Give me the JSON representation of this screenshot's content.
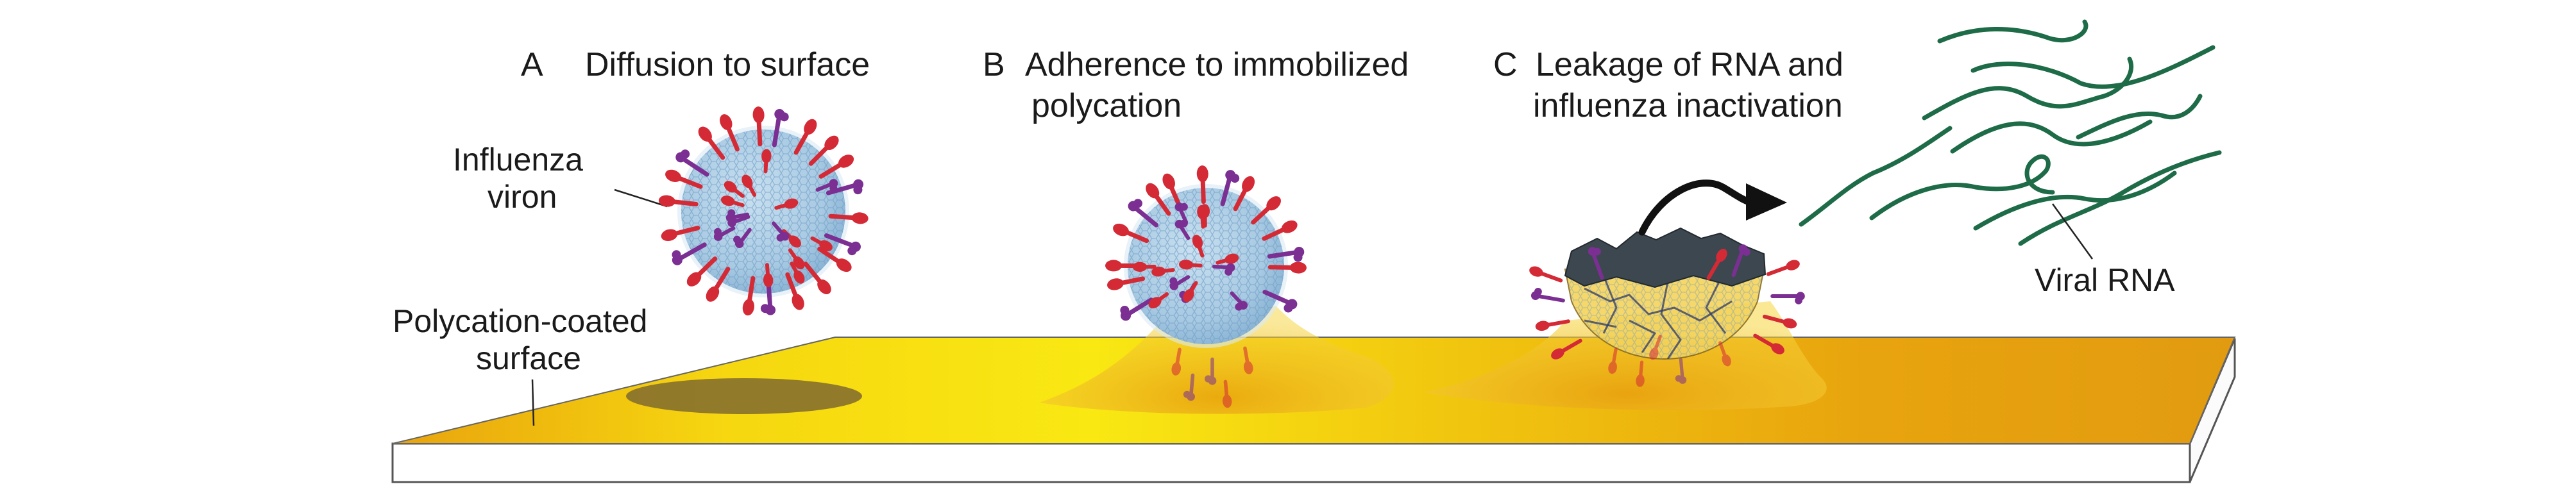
{
  "panels": [
    {
      "letter": "A",
      "title_lines": [
        "Diffusion to surface"
      ]
    },
    {
      "letter": "B",
      "title_lines": [
        "Adherence to immobilized",
        "polycation"
      ]
    },
    {
      "letter": "C",
      "title_lines": [
        "Leakage of RNA and",
        "influenza inactivation"
      ]
    }
  ],
  "labels": {
    "virion": [
      "Influenza",
      "viron"
    ],
    "surface": [
      "Polycation-coated",
      "surface"
    ],
    "rna": "Viral RNA"
  },
  "colors": {
    "hemagglutinin_spike": "#d42a35",
    "neuraminidase_spike": "#7b2f92",
    "virion_envelope": "#a9cbe3",
    "surface_yellow": "#f7dd0e",
    "surface_orange": "#e8a20e",
    "rna_strand": "#1e6b48",
    "arrow": "#111111"
  },
  "icons": {
    "virion": "influenza-virion-icon",
    "ruptured_virion": "ruptured-virion-icon",
    "rna": "rna-strand-icon",
    "arrow": "release-arrow-icon"
  }
}
